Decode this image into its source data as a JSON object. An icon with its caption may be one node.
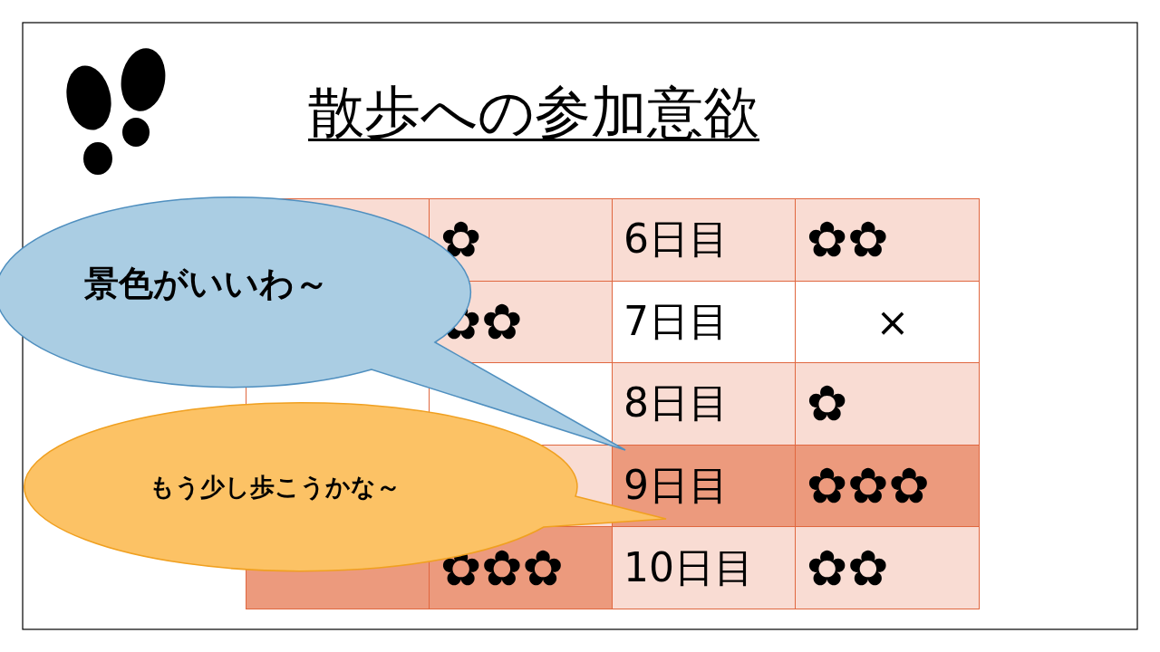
{
  "diagram": {
    "title": "散歩への参加意欲",
    "nodes": [
      {
        "text": [
          "景色がいいわ～"
        ]
      },
      {
        "text": [
          "もう少し歩こうかな～"
        ]
      }
    ],
    "labels": [
      "✿",
      "6日目",
      "✿✿",
      "✿✿",
      "7日目",
      "×",
      "8日目",
      "✿",
      "9日目",
      "✿✿✿",
      "✿✿✿",
      "10日目",
      "✿✿"
    ]
  }
}
